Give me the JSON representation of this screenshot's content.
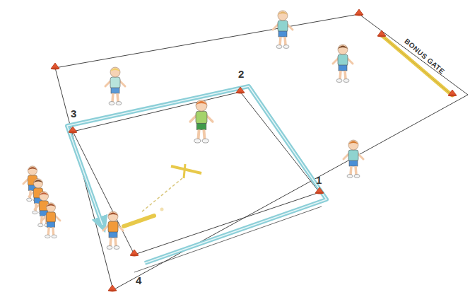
{
  "diagram": {
    "labels": [
      "BONUS GATE",
      "2",
      "3",
      "1",
      "4"
    ]
  }
}
